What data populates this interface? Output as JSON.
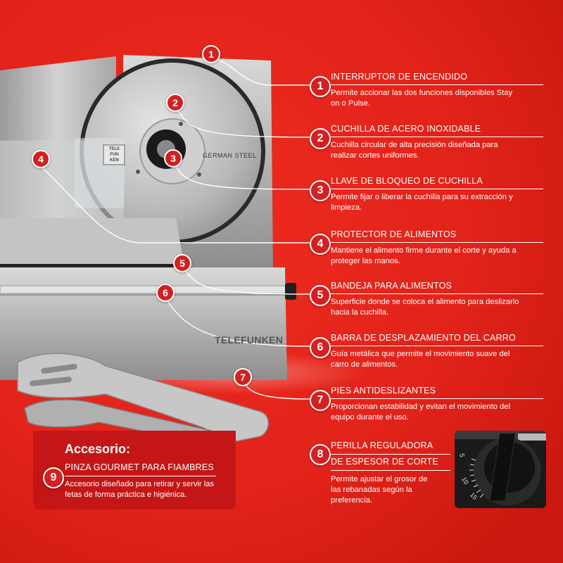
{
  "brand": {
    "plate": "GERMAN STEEL",
    "logo": "TELEFUNKEN",
    "emblem": [
      "TELE",
      "FUN",
      "KEN"
    ]
  },
  "features": [
    {
      "number": "1",
      "title": "INTERRUPTOR DE ENCENDIDO",
      "description": "Permite accionar las dos funciones disponibles Stay on o Pulse."
    },
    {
      "number": "2",
      "title": "CUCHILLA DE ACERO INOXIDABLE",
      "description": "Cuchilla circular de alta precisión diseñada para realizar cortes uniformes."
    },
    {
      "number": "3",
      "title": "LLAVE DE BLOQUEO DE CUCHILLA",
      "description": "Permite fijar o liberar la cuchilla para su extracción y limpieza."
    },
    {
      "number": "4",
      "title": "PROTECTOR DE ALIMENTOS",
      "description": "Mantiene el alimento firme durante el corte y ayuda a proteger las manos."
    },
    {
      "number": "5",
      "title": "BANDEJA PARA ALIMENTOS",
      "description": "Superficie donde se coloca el alimento para deslizarlo hacia la cuchilla."
    },
    {
      "number": "6",
      "title": "BARRA DE DESPLAZAMIENTO DEL CARRO",
      "description": "Guía metálica que permite el movimiento suave del carro de alimentos."
    },
    {
      "number": "7",
      "title": "PIES ANTIDESLIZANTES",
      "description": "Proporcionan estabilidad y evitan el movimiento del equipo durante el uso."
    },
    {
      "number": "8",
      "title_line1": "PERILLA REGULADORA",
      "title_line2": "DE ESPESOR DE CORTE",
      "description": "Permite ajustar el grosor de las rebanadas según la preferencia."
    }
  ],
  "accessory": {
    "heading": "Accesorio:",
    "number": "9",
    "title": "PINZA GOURMET PARA FIAMBRES",
    "description": "Accesorio diseñado para retirar y servir las fetas de forma práctica e higiénica."
  },
  "knob_scale": [
    "5",
    "10",
    "15"
  ],
  "colors": {
    "background": "#e2231a",
    "accent": "#c41616",
    "badge": "#d42020",
    "steel": "#b8b8b8"
  }
}
